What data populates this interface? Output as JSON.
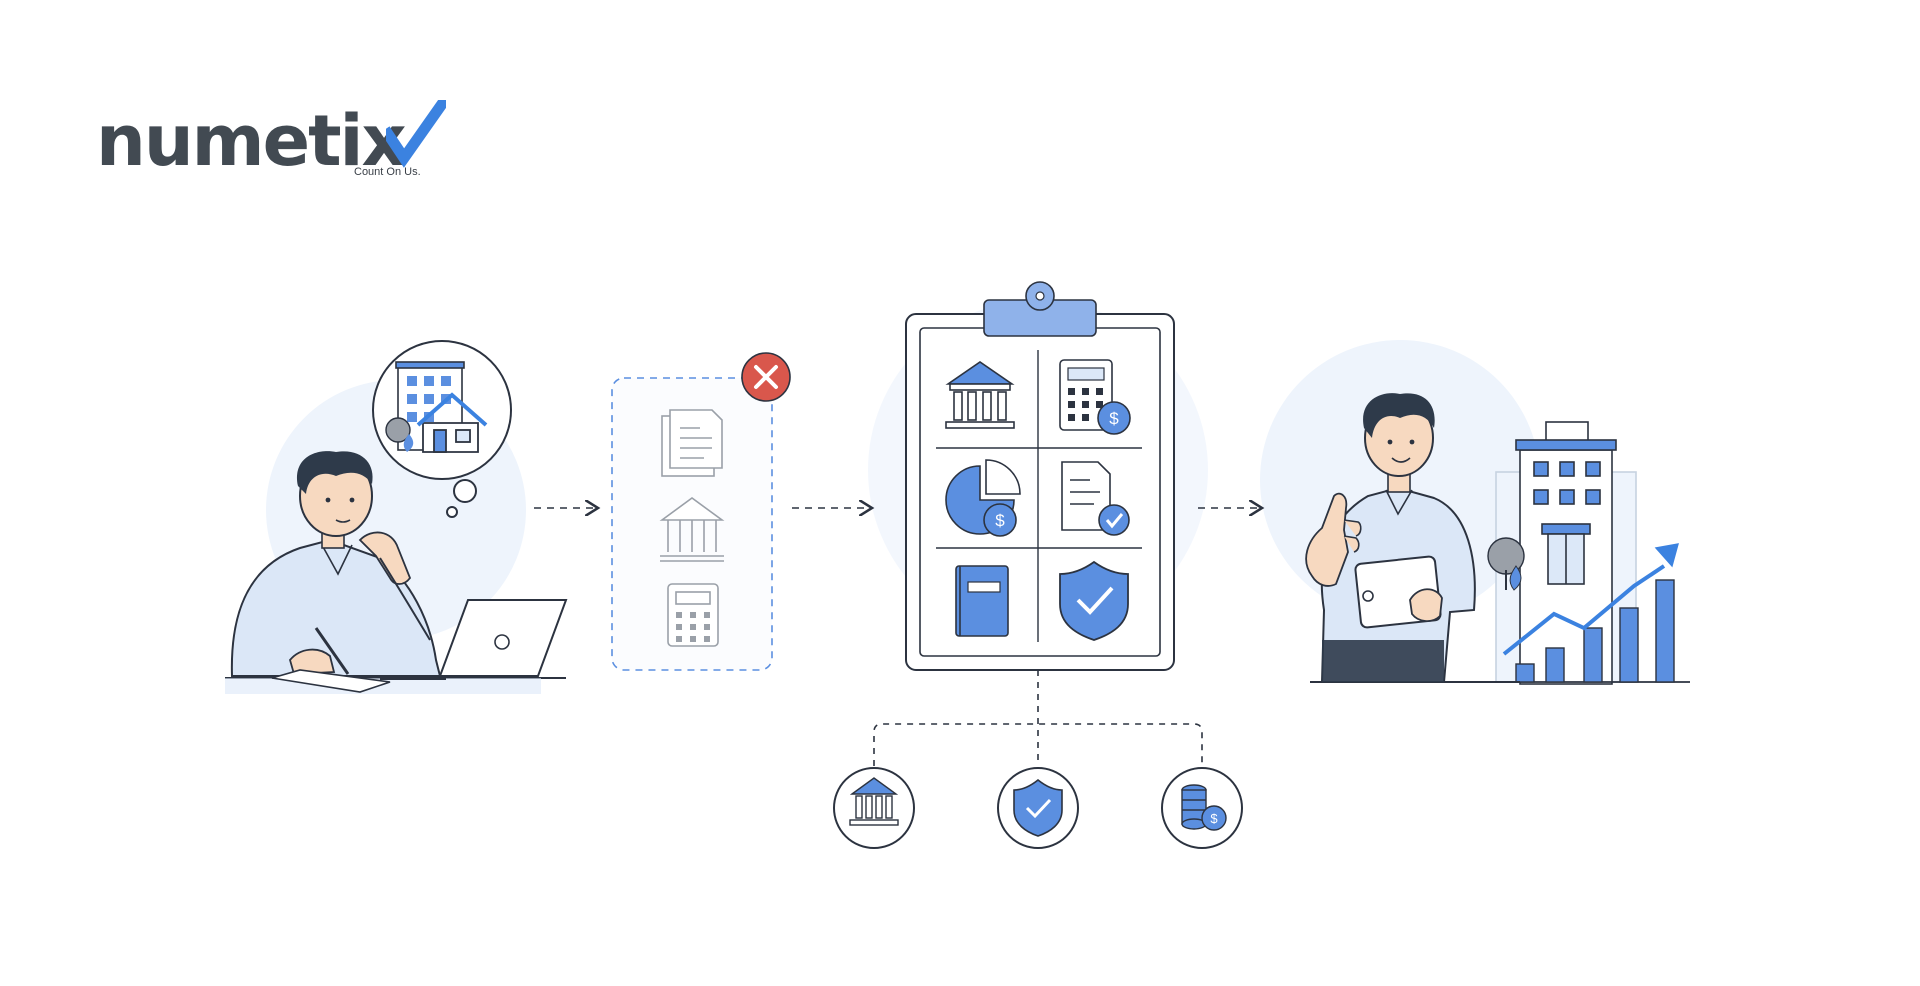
{
  "brand": {
    "name": "numetix",
    "tagline": "Count On Us.",
    "colors": {
      "dark": "#424a52",
      "accent": "#3b82e0"
    }
  },
  "palette": {
    "blue": "#5b8fe0",
    "lightBlue": "#dce8f8",
    "paleBlue": "#eef4fc",
    "stroke": "#2c3340",
    "grayStroke": "#9aa0a8",
    "red": "#d9574c",
    "skin": "#f7d9c0",
    "hair": "#2e3a4a",
    "shirt": "#dbe7f7"
  },
  "flow": {
    "steps": [
      {
        "id": "owner-thinking",
        "icons": [
          "office-building-icon",
          "house-icon",
          "tree-icon"
        ]
      },
      {
        "id": "rejected-documents",
        "icons": [
          "documents-icon",
          "bank-icon",
          "calculator-icon",
          "close-icon"
        ]
      },
      {
        "id": "checklist-clipboard",
        "icons": [
          "bank-icon",
          "calculator-dollar-icon",
          "pie-chart-dollar-icon",
          "document-check-icon",
          "ledger-book-icon",
          "shield-check-icon"
        ]
      },
      {
        "id": "successful-owner",
        "icons": [
          "tablet-icon",
          "thumbs-up-icon",
          "office-building-icon",
          "growth-chart-icon"
        ]
      }
    ],
    "branches": [
      "bank-icon",
      "shield-check-icon",
      "coins-dollar-icon"
    ]
  }
}
